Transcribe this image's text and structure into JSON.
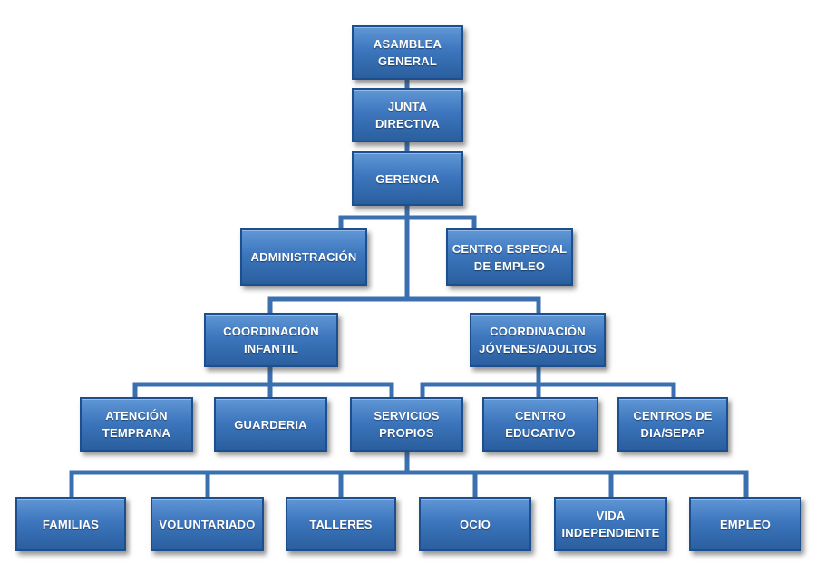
{
  "org_chart": {
    "nodes": {
      "asamblea": "ASAMBLEA\nGENERAL",
      "junta": "JUNTA\nDIRECTIVA",
      "gerencia": "GERENCIA",
      "administracion": "ADMINISTRACIÓN",
      "centro_especial_empleo": "CENTRO ESPECIAL\nDE EMPLEO",
      "coordinacion_infantil": "COORDINACIÓN\nINFANTIL",
      "coordinacion_jovenes": "COORDINACIÓN\nJÓVENES/ADULTOS",
      "atencion_temprana": "ATENCIÓN\nTEMPRANA",
      "guarderia": "GUARDERIA",
      "servicios_propios": "SERVICIOS\nPROPIOS",
      "centro_educativo": "CENTRO\nEDUCATIVO",
      "centros_dia": "CENTROS DE\nDIA/SEPAP",
      "familias": "FAMILIAS",
      "voluntariado": "VOLUNTARIADO",
      "talleres": "TALLERES",
      "ocio": "OCIO",
      "vida_independiente": "VIDA\nINDEPENDIENTE",
      "empleo": "EMPLEO"
    },
    "colors": {
      "box_fill": "#3d76bd",
      "box_border": "#1d4f8f",
      "connector": "#3a6fb0",
      "text": "#ffffff"
    }
  }
}
